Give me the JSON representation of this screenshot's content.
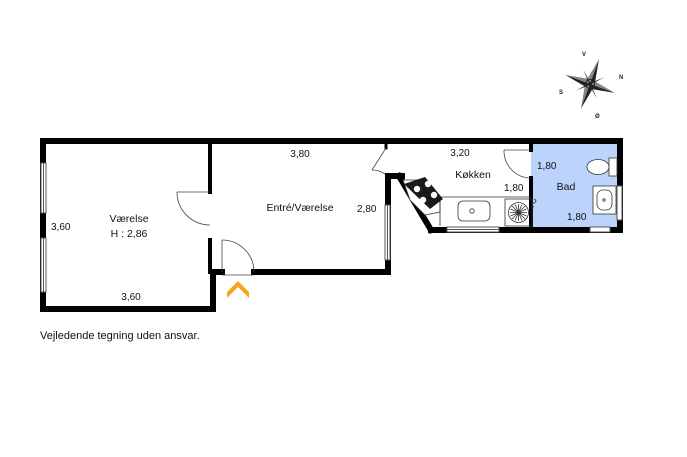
{
  "plan": {
    "rooms": {
      "vaerelse_name": "Værelse",
      "vaerelse_height": "H : 2,86",
      "entre_name": "Entré/Værelse",
      "kokken_name": "Køkken",
      "bad_name": "Bad"
    },
    "dimensions": {
      "vaerelse_width": "3,60",
      "vaerelse_depth": "3,60",
      "entre_width": "3,80",
      "entre_depth": "2,80",
      "kokken_width": "3,20",
      "kokken_depth": "1,80",
      "bad_width": "1,80",
      "bad_depth": "1,80"
    },
    "compass": {
      "north": "N",
      "south": "S",
      "east": "Ø",
      "west": "V"
    },
    "bath_color": "#bcd3fb",
    "entrance_color": "#f5a623",
    "disclaimer": "Vejledende tegning uden ansvar."
  }
}
